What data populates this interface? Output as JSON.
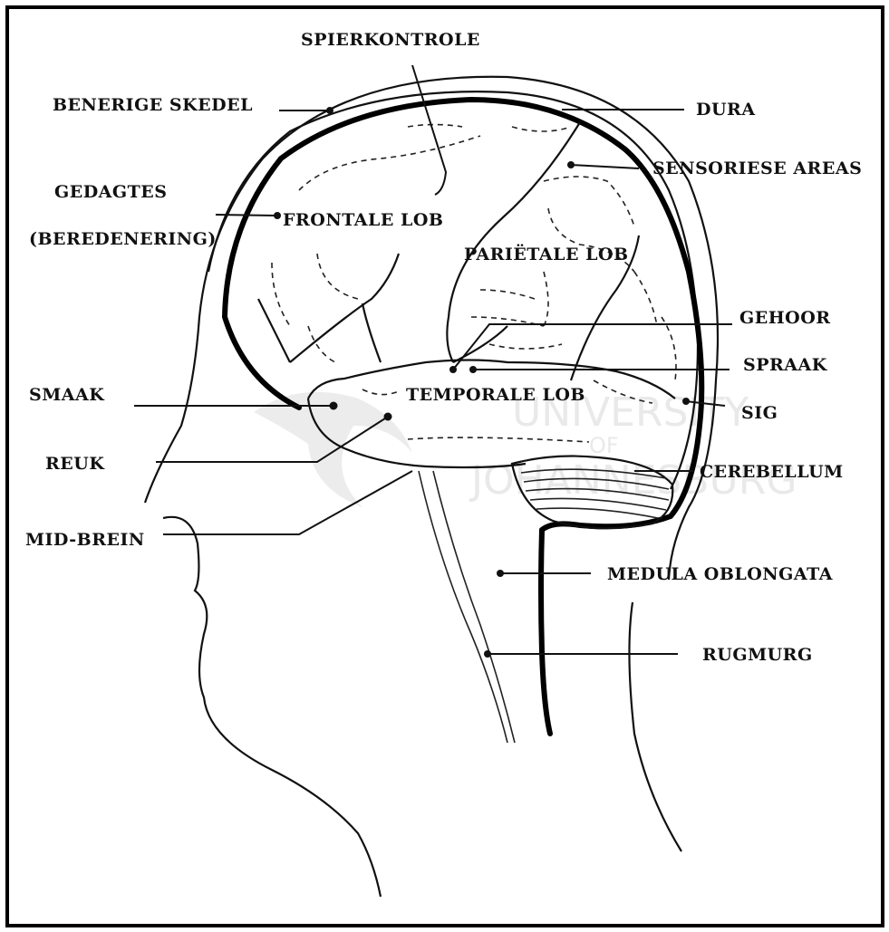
{
  "labels": {
    "spierkontrole": "SPIERKONTROLE",
    "benerige_skedel": "BENERIGE SKEDEL",
    "dura": "DURA",
    "sensoriese_areas": "SENSORIESE AREAS",
    "gedagtes": "GEDAGTES",
    "beredenering": "(BEREDENERING)",
    "frontale_lob": "FRONTALE LOB",
    "parietale_lob": "PARIËTALE LOB",
    "gehoor": "GEHOOR",
    "spraak": "SPRAAK",
    "smaak": "SMAAK",
    "temporale_lob": "TEMPORALE LOB",
    "sig": "SIG",
    "reuk": "REUK",
    "cerebellum": "CEREBELLUM",
    "mid_brein": "MID-BREIN",
    "medula_oblongata": "MEDULA OBLONGATA",
    "rugmurg": "RUGMURG"
  },
  "watermark": {
    "line1": "UNIVERSITY",
    "line2": "OF",
    "line3": "JOHANNESBURG"
  }
}
